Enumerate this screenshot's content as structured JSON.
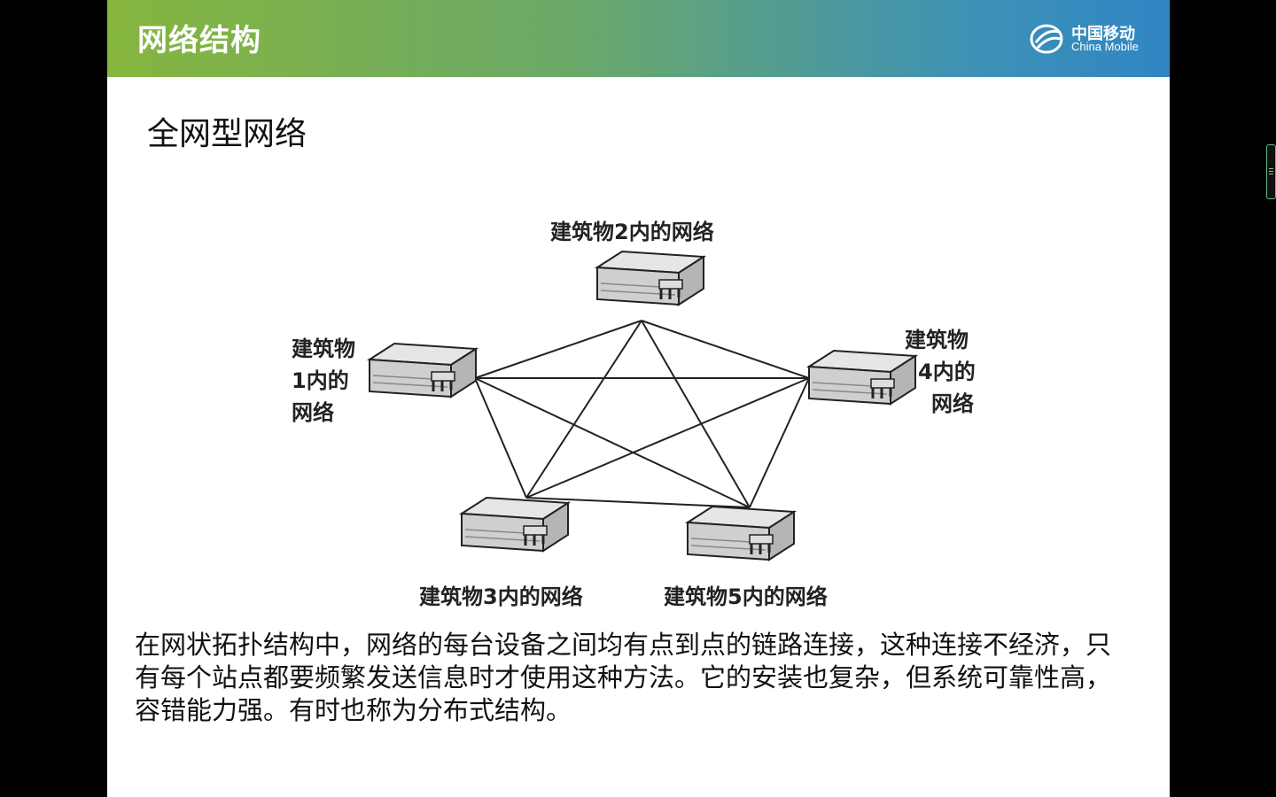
{
  "header": {
    "title": "网络结构",
    "logo_cn": "中国移动",
    "logo_en": "China Mobile"
  },
  "colors": {
    "banner_start": "#86b63e",
    "banner_end": "#2f86c4",
    "background": "#ffffff"
  },
  "slide": {
    "subtitle": "全网型网络",
    "diagram_labels": {
      "node2": "建筑物2内的网络",
      "node1_line1": "建筑物",
      "node1_line2": "1内的",
      "node1_line3": "网络",
      "node4_line1": "建筑物",
      "node4_line2": "4内的",
      "node4_line3": "网络",
      "node3": "建筑物3内的网络",
      "node5": "建筑物5内的网络"
    },
    "paragraph": "在网状拓扑结构中，网络的每台设备之间均有点到点的链路连接，这种连接不经济，只有每个站点都要频繁发送信息时才使用这种方法。它的安装也复杂，但系统可靠性高，容错能力强。有时也称为分布式结构。"
  }
}
